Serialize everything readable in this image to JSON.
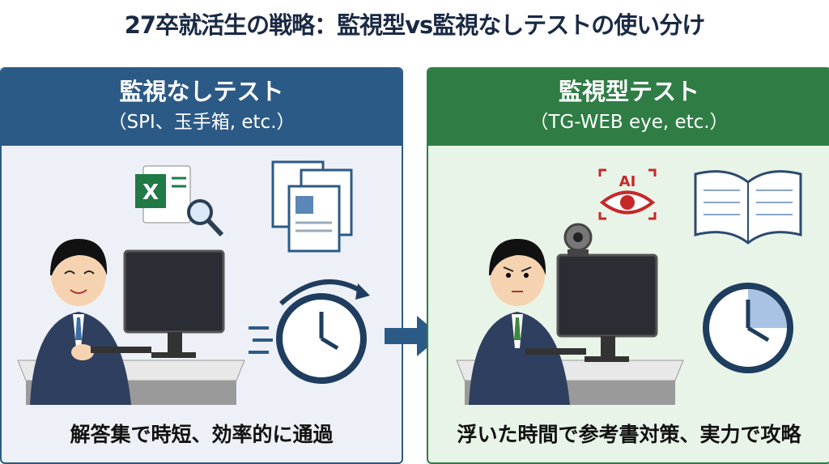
{
  "title": "27卒就活生の戦略：監視型vs監視なしテストの使い分け",
  "left": {
    "heading": "監視なしテスト",
    "subheading": "（SPI、玉手箱, etc.）",
    "caption": "解答集で時短、効率的に通過",
    "color": "#2c5a87"
  },
  "right": {
    "heading": "監視型テスト",
    "subheading": "（TG-WEB eye, etc.）",
    "caption": "浮いた時間で参考書対策、実力で攻略",
    "color": "#2f7d45",
    "ai_label": "AI"
  },
  "excel_label": "X"
}
